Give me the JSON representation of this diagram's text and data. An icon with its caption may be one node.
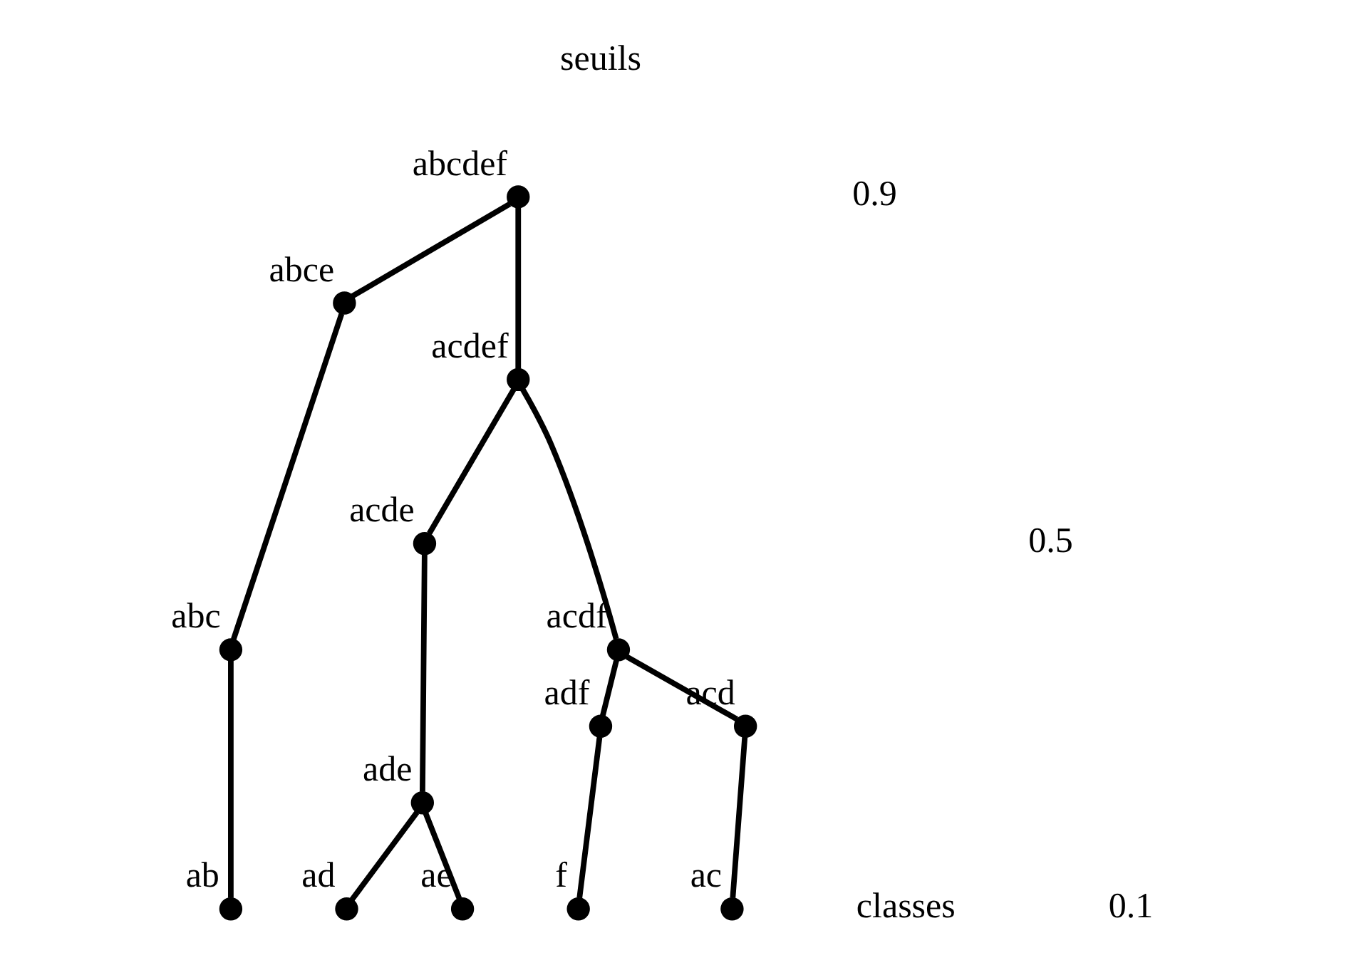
{
  "diagram": {
    "nodes": [
      {
        "text": [],
        "shape": "circle",
        "beside": [
          "abcdef"
        ]
      },
      {
        "text": [],
        "shape": "circle",
        "beside": [
          "abce"
        ]
      },
      {
        "text": [],
        "shape": "circle",
        "beside": [
          "acdef"
        ]
      },
      {
        "text": [],
        "shape": "circle",
        "beside": [
          "acde"
        ]
      },
      {
        "text": [],
        "shape": "circle",
        "beside": [
          "abc"
        ]
      },
      {
        "text": [],
        "shape": "circle",
        "beside": [
          "acdf"
        ]
      },
      {
        "text": [],
        "shape": "circle",
        "beside": [
          "adf"
        ]
      },
      {
        "text": [],
        "shape": "circle",
        "beside": [
          "acd"
        ]
      },
      {
        "text": [],
        "shape": "circle",
        "beside": [
          "ade"
        ]
      },
      {
        "text": [],
        "shape": "circle",
        "beside": [
          "ab"
        ]
      },
      {
        "text": [],
        "shape": "circle",
        "beside": [
          "ad"
        ]
      },
      {
        "text": [],
        "shape": "circle",
        "beside": [
          "ae"
        ]
      },
      {
        "text": [],
        "shape": "circle",
        "beside": [
          "f"
        ]
      },
      {
        "text": [],
        "shape": "circle",
        "beside": [
          "ac"
        ]
      }
    ],
    "edges": [
      {
        "from": 0,
        "to": 1,
        "arrow": "none"
      },
      {
        "from": 1,
        "to": 4,
        "arrow": "none"
      },
      {
        "from": 4,
        "to": 9,
        "arrow": "none"
      },
      {
        "from": 0,
        "to": 2,
        "arrow": "none"
      },
      {
        "from": 2,
        "to": 3,
        "arrow": "none"
      },
      {
        "from": 3,
        "to": 8,
        "arrow": "none"
      },
      {
        "from": 8,
        "to": 10,
        "arrow": "none"
      },
      {
        "from": 8,
        "to": 11,
        "arrow": "none"
      },
      {
        "from": 2,
        "to": 5,
        "arrow": "none"
      },
      {
        "from": 5,
        "to": 6,
        "arrow": "none"
      },
      {
        "from": 6,
        "to": 12,
        "arrow": "none"
      },
      {
        "from": 5,
        "to": 7,
        "arrow": "none"
      },
      {
        "from": 7,
        "to": 13,
        "arrow": "none"
      }
    ],
    "labels": [
      "seuils",
      "0.9",
      "0.5",
      "0.1",
      "classes"
    ]
  }
}
